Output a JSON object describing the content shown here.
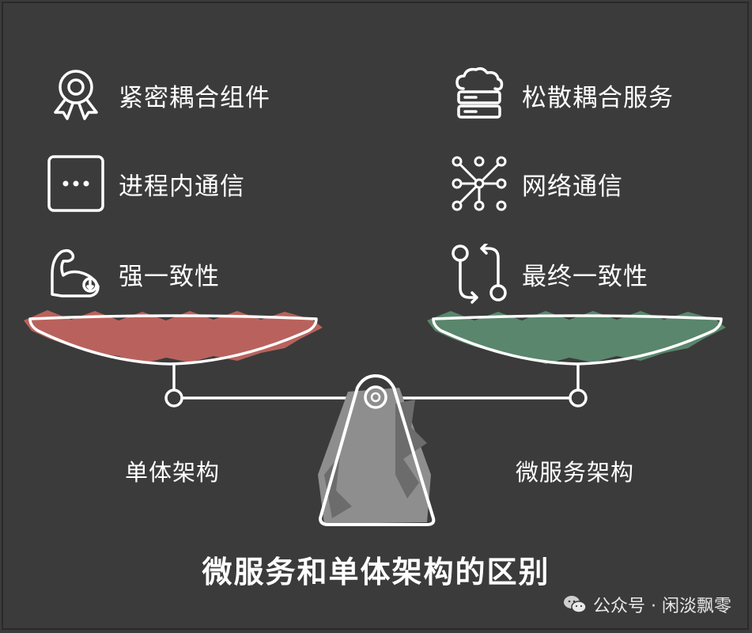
{
  "title": "微服务和单体架构的区别",
  "left": {
    "label": "单体架构",
    "pan_color": "#c0645f",
    "items": [
      {
        "icon": "award-ribbon-icon",
        "label": "紧密耦合组件"
      },
      {
        "icon": "dots-box-icon",
        "label": "进程内通信"
      },
      {
        "icon": "flexed-arm-icon",
        "label": "强一致性"
      }
    ]
  },
  "right": {
    "label": "微服务架构",
    "pan_color": "#5b8a6f",
    "items": [
      {
        "icon": "cloud-server-icon",
        "label": "松散耦合服务"
      },
      {
        "icon": "network-nodes-icon",
        "label": "网络通信"
      },
      {
        "icon": "sync-arrows-icon",
        "label": "最终一致性"
      }
    ]
  },
  "watermark": {
    "icon": "wechat-icon",
    "text": "公众号 · 闲淡飘零"
  }
}
